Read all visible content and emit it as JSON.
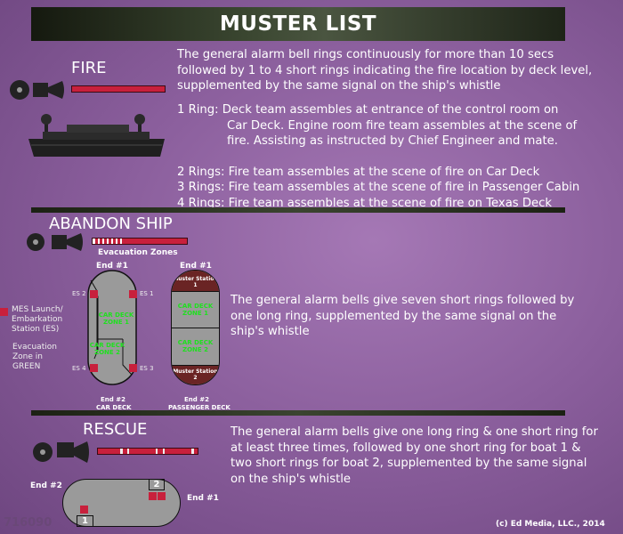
{
  "title": "MUSTER LIST",
  "fire": {
    "heading": "FIRE",
    "description": "The general alarm bell rings continuously for more than 10 secs followed by 1 to 4 short rings indicating the fire location by deck level, supplemented by the same signal on the ship's whistle",
    "rings": [
      "1 Ring: Deck team assembles at entrance of the control room on",
      "Car Deck. Engine room fire team assembles at the scene of fire. Assisting as instructed by Chief Engineer and mate.",
      "2 Rings: Fire team assembles at the scene of fire on Car Deck",
      "3 Rings: Fire team assembles at the scene of fire in Passenger Cabin",
      "4 Rings: Fire team assembles at the scene of fire on Texas Deck"
    ]
  },
  "abandon": {
    "heading": "ABANDON SHIP",
    "zones_title": "Evacuation Zones",
    "legend_mes": "MES Launch/ Embarkation Station (ES)",
    "legend_zone": "Evacuation Zone in GREEN",
    "car_deck": {
      "top": "End #1",
      "bottom": "End #2",
      "name": "CAR DECK",
      "zone1": "CAR DECK ZONE 1",
      "zone2": "CAR DECK ZONE 2",
      "es": [
        "ES 1",
        "ES 2",
        "ES 3",
        "ES 4"
      ]
    },
    "passenger_deck": {
      "top": "End #1",
      "bottom": "End #2",
      "name": "PASSENGER DECK",
      "muster1": "Muster Station 1",
      "muster2": "Muster Station 2",
      "zone1": "CAR DECK ZONE 1",
      "zone2": "CAR DECK ZONE 2"
    },
    "description": "The general alarm bells give seven short rings followed by one long ring, supplemented by the same signal on the ship's whistle"
  },
  "rescue": {
    "heading": "RESCUE",
    "end2": "End #2",
    "end1": "End #1",
    "boat1": "1",
    "boat2": "2",
    "description": "The general alarm bells give one long ring & one short ring for at least three times, followed by one short ring for boat 1 & two short rings for boat 2, supplemented by the same signal on the ship's whistle"
  },
  "footer": {
    "id": "716090",
    "copyright": "(c) Ed Media, LLC., 2014"
  },
  "colors": {
    "alarm": "#c8203c",
    "zone": "#1fe01f",
    "muster": "#6a2424"
  }
}
